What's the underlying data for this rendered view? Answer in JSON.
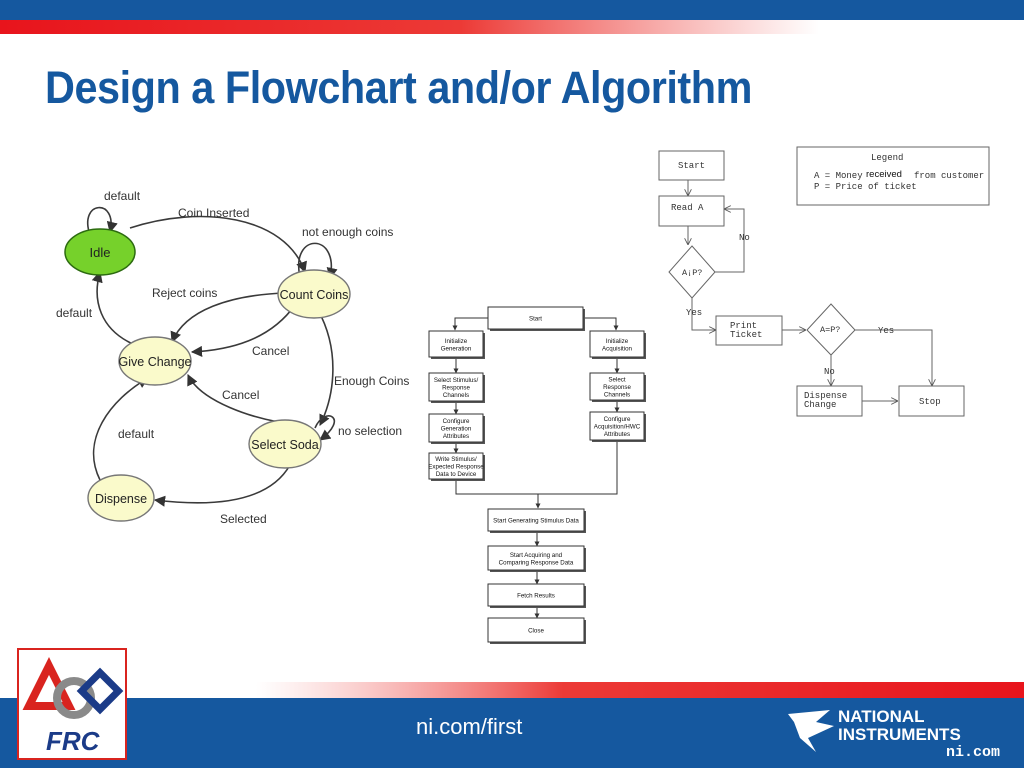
{
  "slide": {
    "title": "Design a Flowchart and/or Algorithm",
    "footer_url": "ni.com/first",
    "frc_label": "FRC",
    "ni_line1": "NATIONAL",
    "ni_line2": "INSTRUMENTS",
    "ni_sub": "ni.com",
    "colors": {
      "blue": "#15589f",
      "red": "#e8141c",
      "idle_green": "#76d12b",
      "state_yellow": "#fafacb"
    }
  },
  "state_diagram": {
    "states": {
      "idle": "Idle",
      "count_coins": "Count Coins",
      "give_change": "Give Change",
      "select_soda": "Select Soda",
      "dispense": "Dispense"
    },
    "transitions": {
      "default_idle": "default",
      "coin_inserted": "Coin Inserted",
      "not_enough": "not enough coins",
      "reject_coins": "Reject coins",
      "default_give": "default",
      "cancel_top": "Cancel",
      "enough_coins": "Enough Coins",
      "cancel_bottom": "Cancel",
      "no_selection": "no selection",
      "default_dispense": "default",
      "selected": "Selected"
    }
  },
  "process_flow": {
    "start": "Start",
    "gen": [
      "Initialize|Generation",
      "Select Stimulus/|Response|Channels",
      "Configure|Generation|Attributes",
      "Write Stimulus/|Expected Response|Data to Device"
    ],
    "acq": [
      "Initialize|Acquisition",
      "Select|Response|Channels",
      "Configure|Acquisition/HWC|Attributes"
    ],
    "main": [
      "Start Generating Stimulus Data",
      "Start Acquiring and|Comparing Response Data",
      "Fetch Results",
      "Close"
    ]
  },
  "ticket_flow": {
    "start": "Start",
    "read": "Read A",
    "decision1": "A¡P?",
    "no1": "No",
    "yes1": "Yes",
    "print": "Print|Ticket",
    "decision2": "A=P?",
    "yes2": "Yes",
    "no2": "No",
    "dispense": "Dispense|Change",
    "stop": "Stop",
    "legend_title": "Legend",
    "legend_a_pre": "A = Money",
    "legend_a_recv": "received",
    "legend_a_post": "from customer",
    "legend_p": "P = Price of ticket"
  }
}
